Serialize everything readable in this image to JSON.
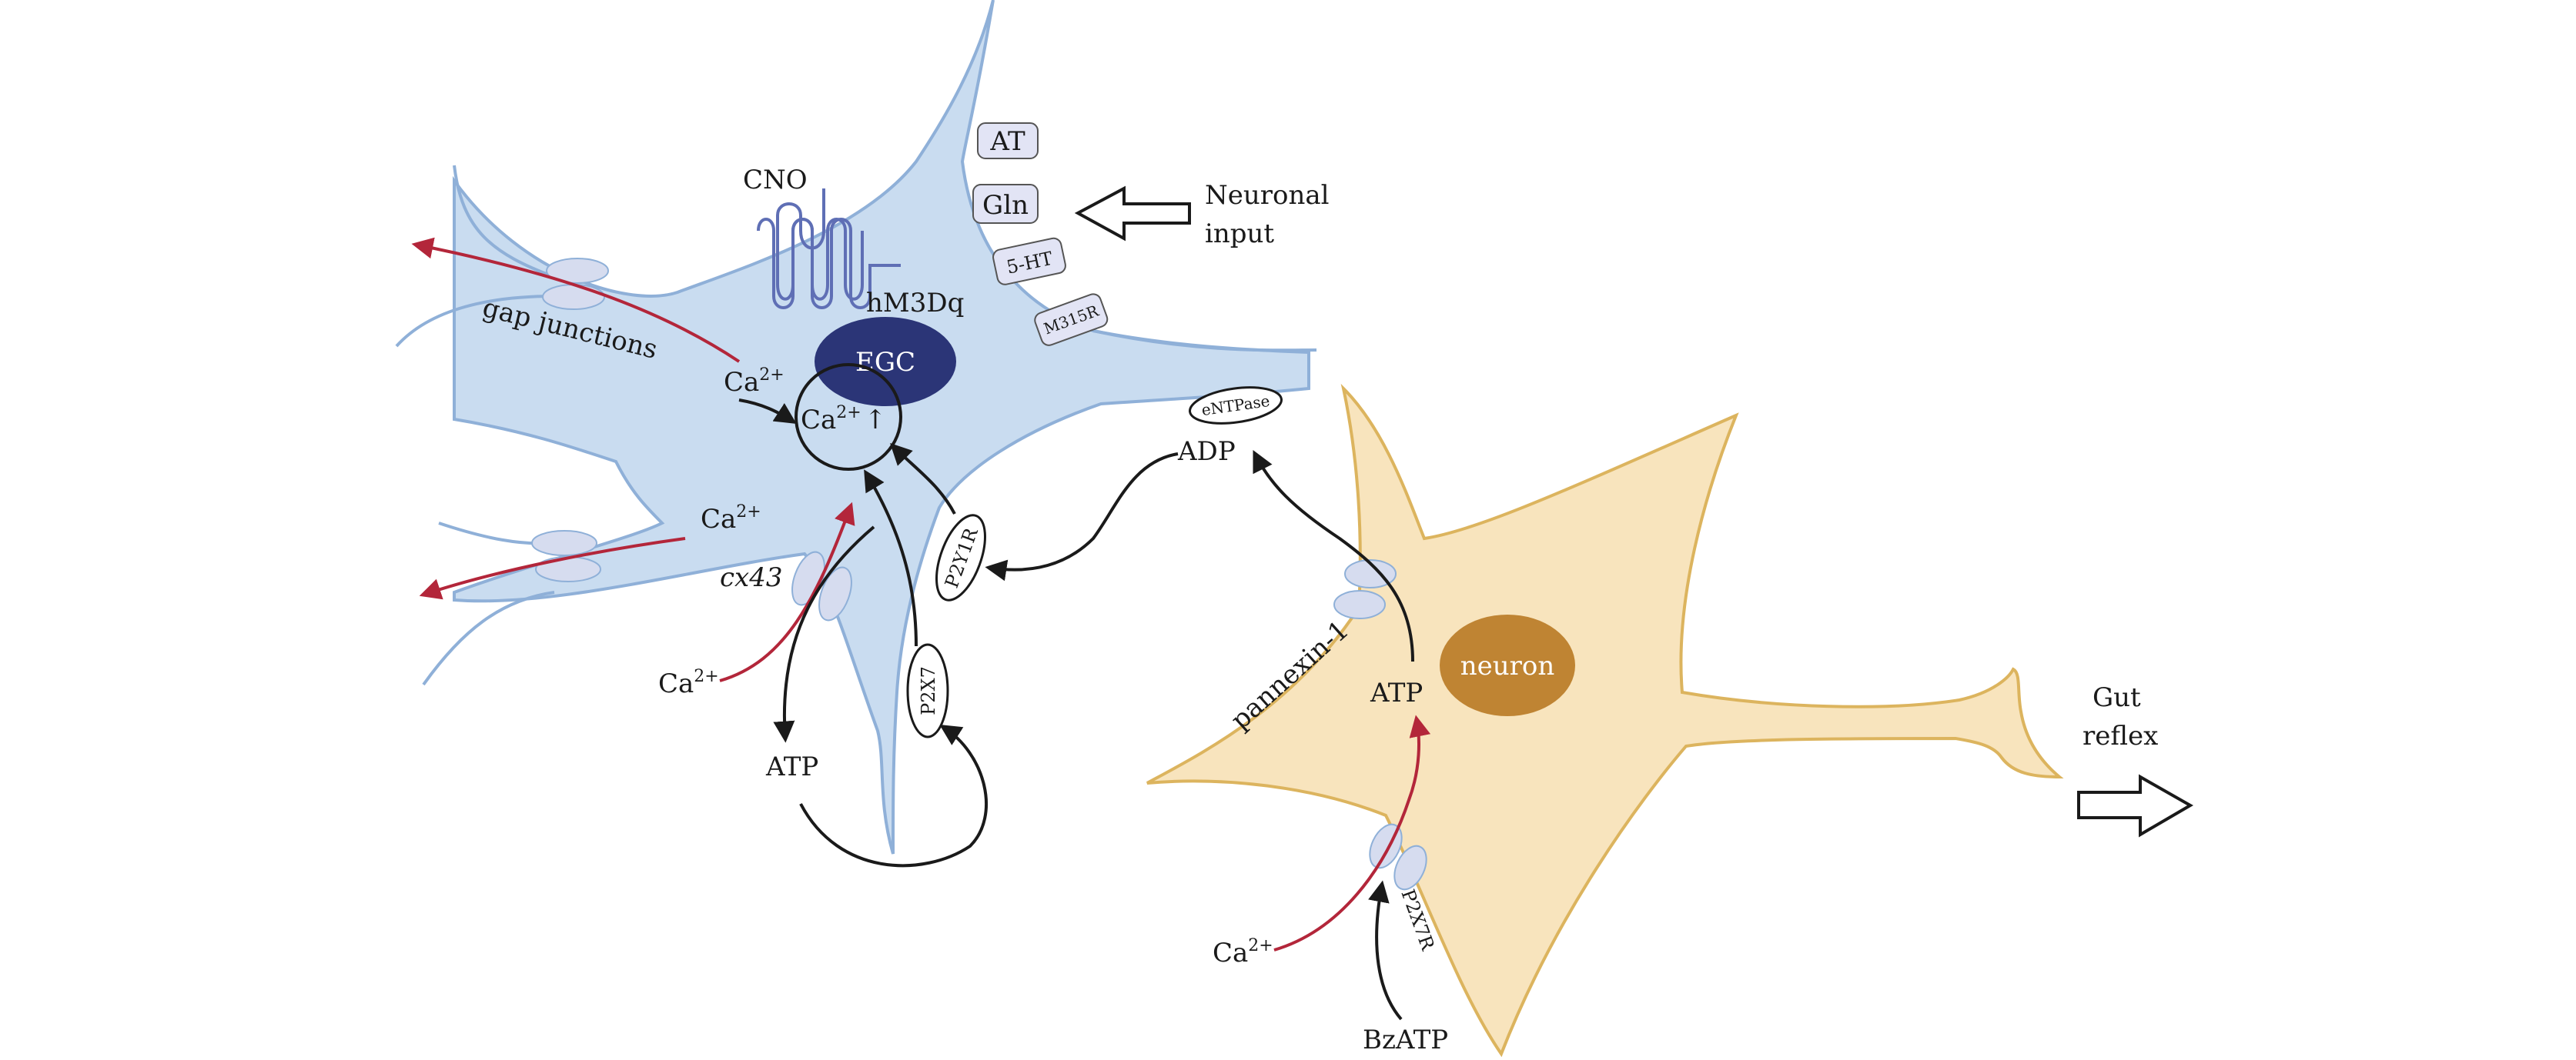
{
  "colors": {
    "egc_cell_fill": "#c9dcf0",
    "egc_cell_stroke": "#8fb0d8",
    "egc_nucleus": "#2b3577",
    "neuron_cell_fill": "#f8e4bd",
    "neuron_cell_stroke": "#dcb45e",
    "neuron_nucleus": "#bf8433",
    "channel_fill": "#d6dcef",
    "calcium_arrow": "#b3263a",
    "atp_arrow": "#1a1a1a"
  },
  "labels": {
    "cno": "CNO",
    "hm3dq": "hM3Dq",
    "egc": "EGC",
    "at": "AT",
    "gln": "Gln",
    "serotonin": "5-HT",
    "m315r": "M315R",
    "neuronal_input_line1": "Neuronal",
    "neuronal_input_line2": "input",
    "gap_junctions": "gap junctions",
    "ca_top": "Ca",
    "ca_internal": "Ca",
    "ca_internal_up": "↑",
    "ca_mid": "Ca",
    "cx43": "cx43",
    "ca_lower": "Ca",
    "atp_egc": "ATP",
    "p2x7": "P2X7",
    "p2y1r": "P2Y1R",
    "entpase": "eNTPase",
    "adp": "ADP",
    "pannexin": "pannexin-1",
    "atp_neuron": "ATP",
    "neuron": "neuron",
    "p2x7r": "P2X7R",
    "ca_neuron": "Ca",
    "bzatp": "BzATP",
    "gut_reflex_line1": "Gut",
    "gut_reflex_line2": "reflex",
    "ca_superscript": "2+"
  }
}
